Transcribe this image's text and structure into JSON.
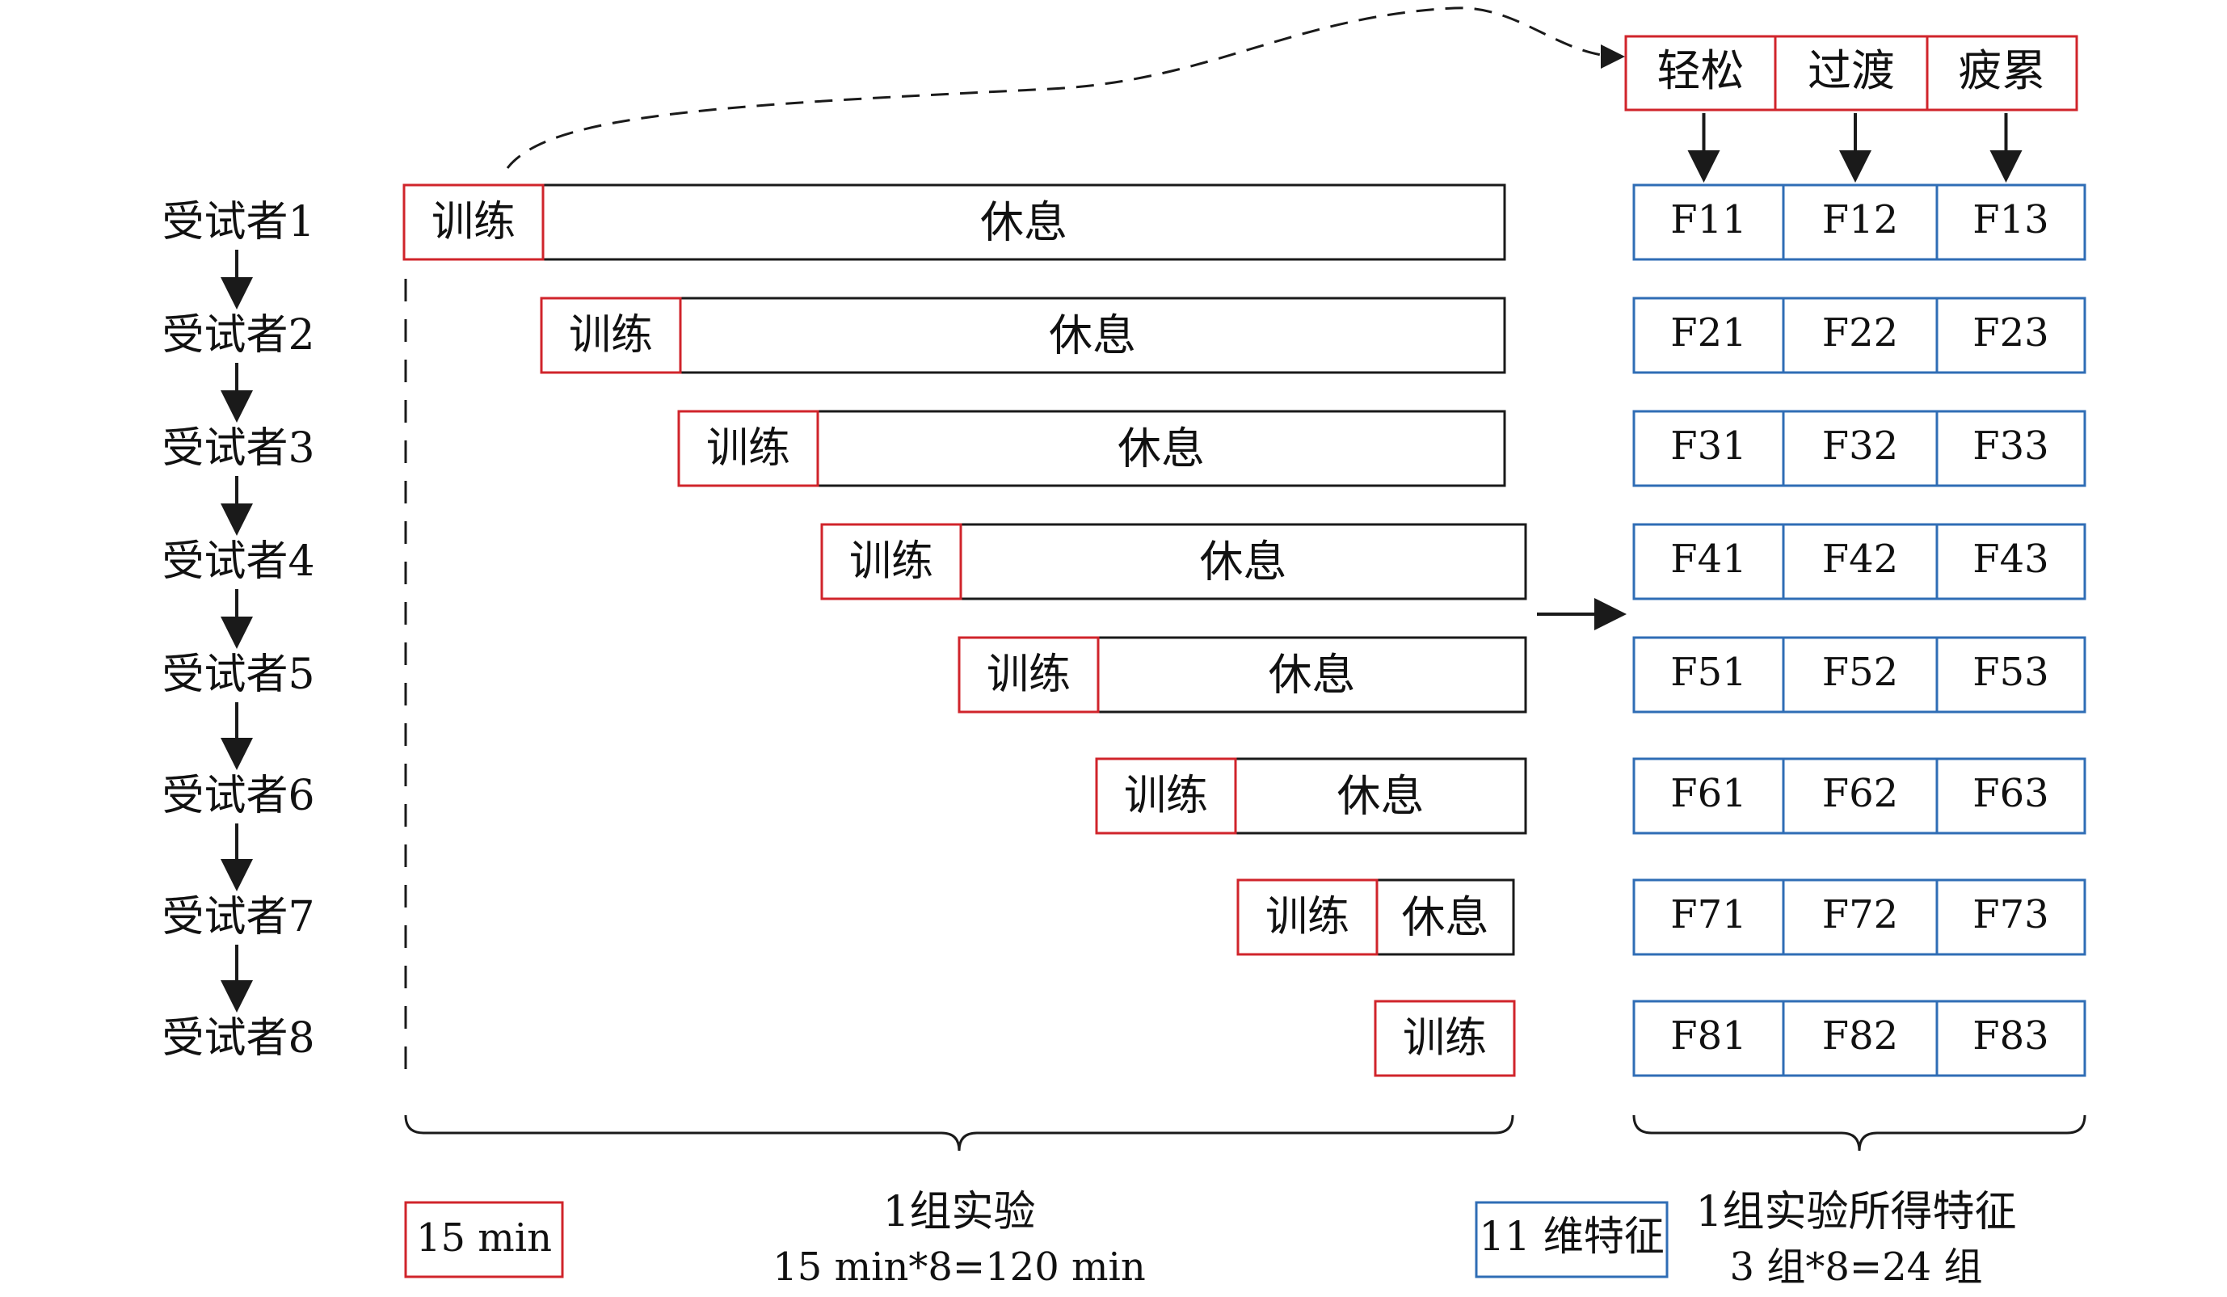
{
  "subjects": [
    "受试者1",
    "受试者2",
    "受试者3",
    "受试者4",
    "受试者5",
    "受试者6",
    "受试者7",
    "受试者8"
  ],
  "phases": {
    "train": "训练",
    "rest": "休息"
  },
  "states": [
    "轻松",
    "过渡",
    "疲累"
  ],
  "features": [
    [
      "F11",
      "F12",
      "F13"
    ],
    [
      "F21",
      "F22",
      "F23"
    ],
    [
      "F31",
      "F32",
      "F33"
    ],
    [
      "F41",
      "F42",
      "F43"
    ],
    [
      "F51",
      "F52",
      "F53"
    ],
    [
      "F61",
      "F62",
      "F63"
    ],
    [
      "F71",
      "F72",
      "F73"
    ],
    [
      "F81",
      "F82",
      "F83"
    ]
  ],
  "legend": {
    "time_unit": "15 min",
    "experiment_label": "1组实验",
    "experiment_formula": "15 min*8=120 min",
    "feature_unit": "11 维特征",
    "feature_label": "1组实验所得特征",
    "feature_formula": "3 组*8=24 组"
  },
  "colors": {
    "red": "#d0242b",
    "blue": "#2f6db5",
    "black": "#1a1a1a"
  }
}
